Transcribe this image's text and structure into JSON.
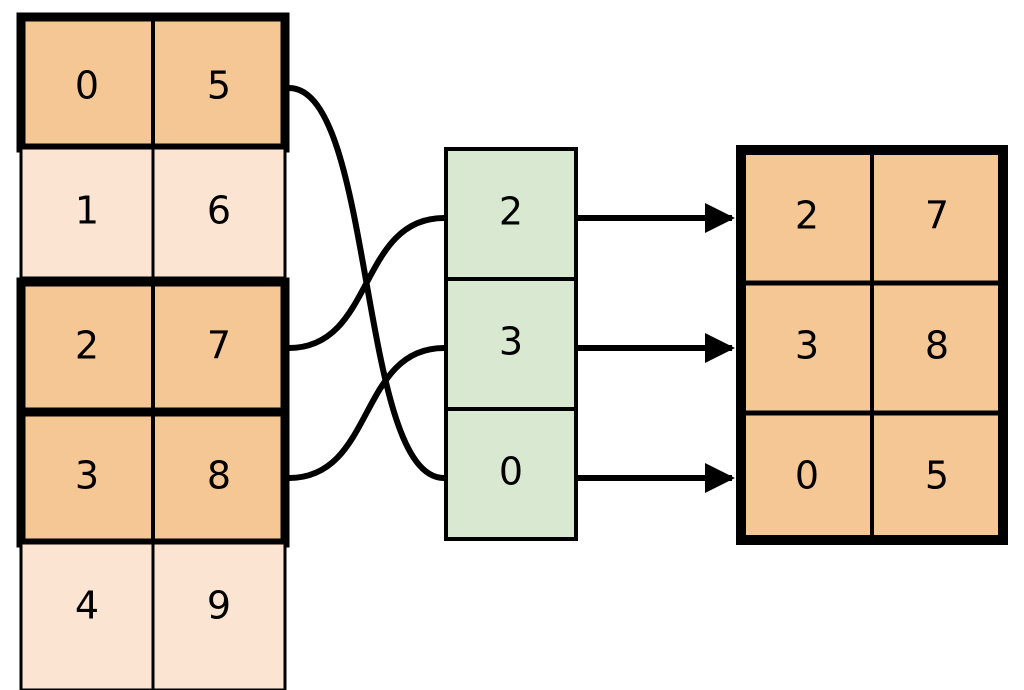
{
  "diagram": {
    "type": "array-gather-diagram",
    "colors": {
      "highlight_fill": "#f5c795",
      "dim_fill": "#fbe4d1",
      "index_fill": "#d9e8d0",
      "stroke": "#000000",
      "background": "#ffffff"
    },
    "source_table": {
      "name": "source-array",
      "columns": 2,
      "rows": [
        {
          "values": [
            "0",
            "5"
          ],
          "highlighted": true
        },
        {
          "values": [
            "1",
            "6"
          ],
          "highlighted": false
        },
        {
          "values": [
            "2",
            "7"
          ],
          "highlighted": true
        },
        {
          "values": [
            "3",
            "8"
          ],
          "highlighted": true
        },
        {
          "values": [
            "4",
            "9"
          ],
          "highlighted": false
        }
      ]
    },
    "index_table": {
      "name": "index-array",
      "columns": 1,
      "rows": [
        {
          "values": [
            "2"
          ]
        },
        {
          "values": [
            "3"
          ]
        },
        {
          "values": [
            "0"
          ]
        }
      ]
    },
    "result_table": {
      "name": "result-array",
      "columns": 2,
      "rows": [
        {
          "values": [
            "2",
            "7"
          ],
          "highlighted": true
        },
        {
          "values": [
            "3",
            "8"
          ],
          "highlighted": true
        },
        {
          "values": [
            "0",
            "5"
          ],
          "highlighted": true
        }
      ]
    },
    "curve_links": [
      {
        "from_row": 0,
        "to_row": 2
      },
      {
        "from_row": 2,
        "to_row": 0
      },
      {
        "from_row": 3,
        "to_row": 1
      }
    ],
    "arrow_links": [
      {
        "from_row": 0,
        "to_row": 0
      },
      {
        "from_row": 1,
        "to_row": 1
      },
      {
        "from_row": 2,
        "to_row": 2
      }
    ]
  }
}
